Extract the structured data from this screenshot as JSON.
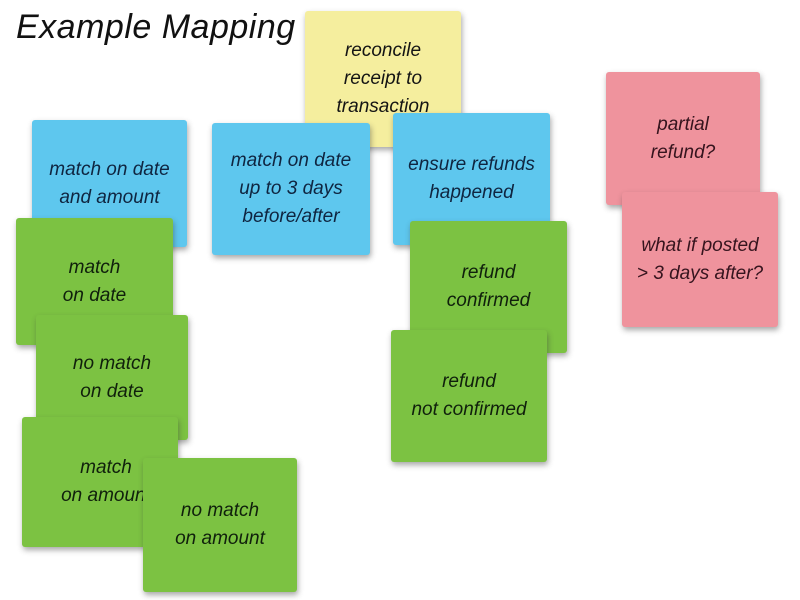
{
  "title": "Example Mapping",
  "colors": {
    "background": "#ffffff",
    "story_yellow": "#f5ee9e",
    "rule_blue": "#5ec7ee",
    "example_green": "#7cc242",
    "question_pink": "#ef939d",
    "title_text": "#111111",
    "rule_note_text": "#0f2540",
    "note_text": "#141414"
  },
  "notes": [
    {
      "type": "story",
      "color": "#f5ee9e",
      "lines": [
        "reconcile",
        "receipt to",
        "transaction"
      ]
    },
    {
      "type": "rule",
      "color": "#5ec7ee",
      "lines": [
        "match on date",
        "and amount"
      ]
    },
    {
      "type": "rule",
      "color": "#5ec7ee",
      "lines": [
        "match on date",
        "up to 3 days",
        "before/after"
      ]
    },
    {
      "type": "rule",
      "color": "#5ec7ee",
      "lines": [
        "ensure refunds",
        "happened"
      ]
    },
    {
      "type": "question",
      "color": "#ef939d",
      "lines": [
        "partial",
        "refund?"
      ]
    },
    {
      "type": "question",
      "color": "#ef939d",
      "lines": [
        "what if posted",
        "> 3 days after?"
      ]
    },
    {
      "type": "example",
      "color": "#7cc242",
      "lines": [
        "match",
        "on date"
      ]
    },
    {
      "type": "example",
      "color": "#7cc242",
      "lines": [
        "no match",
        "on date"
      ]
    },
    {
      "type": "example",
      "color": "#7cc242",
      "lines": [
        "match",
        "on amount"
      ]
    },
    {
      "type": "example",
      "color": "#7cc242",
      "lines": [
        "no match",
        "on amount"
      ]
    },
    {
      "type": "example",
      "color": "#7cc242",
      "lines": [
        "refund",
        "confirmed"
      ]
    },
    {
      "type": "example",
      "color": "#7cc242",
      "lines": [
        "refund",
        "not confirmed"
      ]
    }
  ]
}
